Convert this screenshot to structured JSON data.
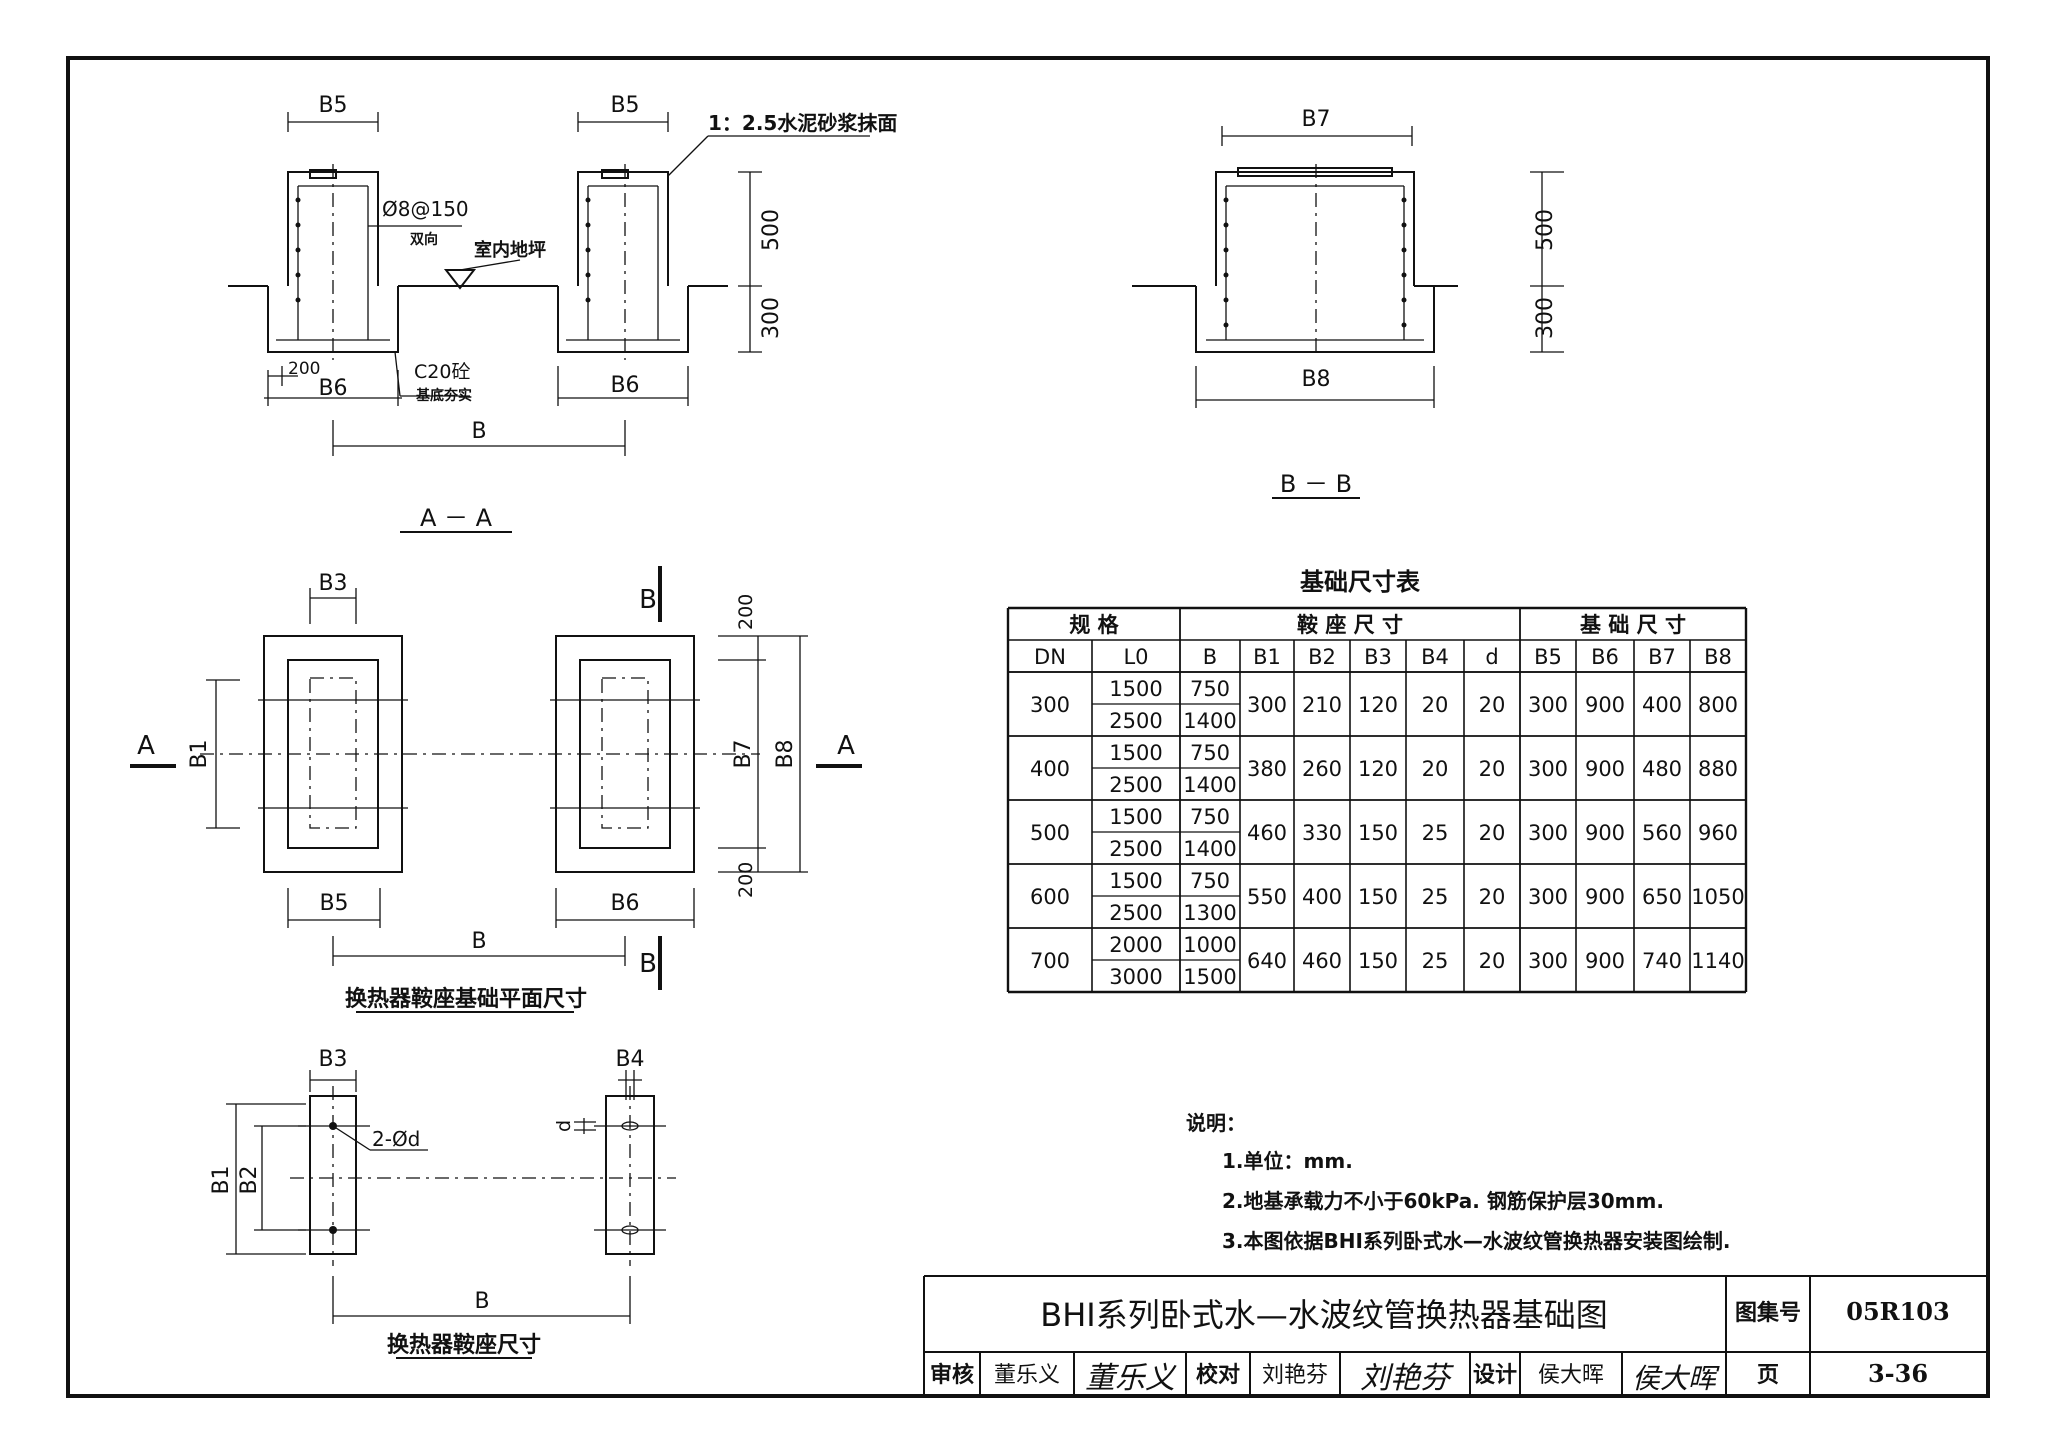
{
  "section_aa": {
    "title": "A － A",
    "dims": {
      "b5_left": "B5",
      "b5_right": "B5",
      "b6_left": "B6",
      "b6_right": "B6",
      "b": "B",
      "d200": "200",
      "h500": "500",
      "h300": "300"
    },
    "notes": {
      "mortar": "1：2.5水泥砂浆抹面",
      "rebar": "Ø8@150",
      "rebar_dir": "双向",
      "floor": "室内地坪",
      "concrete": "C20砼",
      "base": "基底夯实"
    }
  },
  "section_bb": {
    "title": "B － B",
    "dims": {
      "b7": "B7",
      "b8": "B8",
      "h500": "500",
      "h300": "300"
    }
  },
  "plan": {
    "title": "换热器鞍座基础平面尺寸",
    "labels": {
      "b3": "B3",
      "b1": "B1",
      "b5": "B5",
      "b6": "B6",
      "b": "B",
      "b7": "B7",
      "b8": "B8",
      "d200_top": "200",
      "d200_bot": "200",
      "cut_a_left": "A",
      "cut_a_right": "A",
      "cut_b_top": "B",
      "cut_b_bot": "B"
    }
  },
  "saddle": {
    "title": "换热器鞍座尺寸",
    "labels": {
      "b3": "B3",
      "b4": "B4",
      "b1": "B1",
      "b2": "B2",
      "b": "B",
      "bolt": "2-Ød",
      "d": "d"
    }
  },
  "table": {
    "title": "基础尺寸表",
    "group_headers": [
      "规 格",
      "鞍 座 尺 寸",
      "基 础 尺 寸"
    ],
    "columns": [
      "DN",
      "L0",
      "B",
      "B1",
      "B2",
      "B3",
      "B4",
      "d",
      "B5",
      "B6",
      "B7",
      "B8"
    ],
    "groups": [
      {
        "dn": "300",
        "subrows": [
          [
            "1500",
            "750"
          ],
          [
            "2500",
            "1400"
          ]
        ],
        "vals": [
          "300",
          "210",
          "120",
          "20",
          "20",
          "300",
          "900",
          "400",
          "800"
        ]
      },
      {
        "dn": "400",
        "subrows": [
          [
            "1500",
            "750"
          ],
          [
            "2500",
            "1400"
          ]
        ],
        "vals": [
          "380",
          "260",
          "120",
          "20",
          "20",
          "300",
          "900",
          "480",
          "880"
        ]
      },
      {
        "dn": "500",
        "subrows": [
          [
            "1500",
            "750"
          ],
          [
            "2500",
            "1400"
          ]
        ],
        "vals": [
          "460",
          "330",
          "150",
          "25",
          "20",
          "300",
          "900",
          "560",
          "960"
        ]
      },
      {
        "dn": "600",
        "subrows": [
          [
            "1500",
            "750"
          ],
          [
            "2500",
            "1300"
          ]
        ],
        "vals": [
          "550",
          "400",
          "150",
          "25",
          "20",
          "300",
          "900",
          "650",
          "1050"
        ]
      },
      {
        "dn": "700",
        "subrows": [
          [
            "2000",
            "1000"
          ],
          [
            "3000",
            "1500"
          ]
        ],
        "vals": [
          "640",
          "460",
          "150",
          "25",
          "20",
          "300",
          "900",
          "740",
          "1140"
        ]
      }
    ]
  },
  "notes": {
    "heading": "说明：",
    "items": [
      "1.单位：mm.",
      "2.地基承载力不小于60kPa. 钢筋保护层30mm.",
      "3.本图依据BHI系列卧式水—水波纹管换热器安装图绘制."
    ]
  },
  "title_block": {
    "drawing_title": "BHI系列卧式水—水波纹管换热器基础图",
    "atlas_label": "图集号",
    "atlas_no": "05R103",
    "page_label": "页",
    "page_no": "3-36",
    "review_label": "审核",
    "reviewer": "董乐义",
    "reviewer_sig": "董乐义",
    "check_label": "校对",
    "checker": "刘艳芬",
    "checker_sig": "刘艳芬",
    "design_label": "设计",
    "designer": "侯大晖",
    "designer_sig": "侯大晖"
  }
}
